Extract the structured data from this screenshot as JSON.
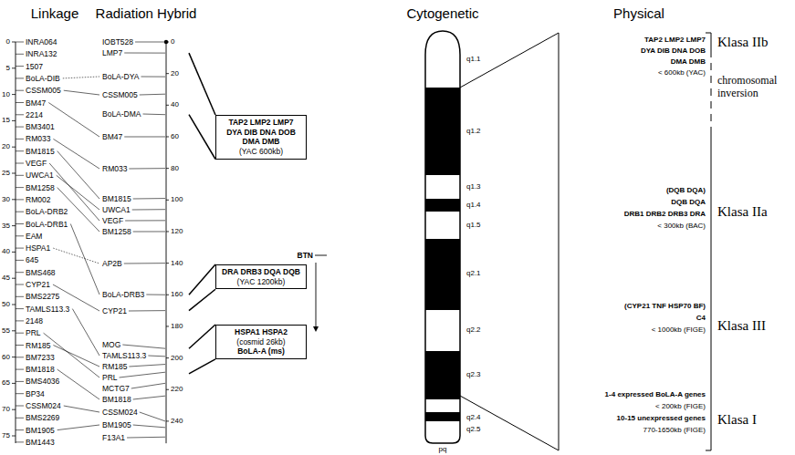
{
  "diagram": {
    "nodes": [
      {
        "text": [
          "TAP2 LMP2 LMP7",
          "DYA DIB DNA DOB",
          "DMA DMB",
          "(YAC 600kb)"
        ]
      },
      {
        "text": [
          "DRA DRB3 DQA DQB",
          "(YAC 1200kb)"
        ]
      },
      {
        "text": [
          "HSPA1 HSPA2",
          "(cosmid 26kb)",
          "BoLA-A (ms)"
        ]
      }
    ],
    "labels": [
      "Linkage",
      "Radiation Hybrid",
      "Cytogenetic",
      "Physical",
      "0",
      "5",
      "10",
      "15",
      "20",
      "25",
      "30",
      "35",
      "40",
      "45",
      "50",
      "55",
      "60",
      "65",
      "70",
      "75",
      "INRA064",
      "INRA132",
      "1507",
      "BoLA-DIB",
      "CSSM005",
      "BM47",
      "2214",
      "BM3401",
      "RM033",
      "BM1815",
      "VEGF",
      "UWCA1",
      "BM1258",
      "RM002",
      "BoLA-DRB2",
      "BoLA-DRB1",
      "EAM",
      "HSPA1",
      "645",
      "BMS468",
      "CYP21",
      "BMS2275",
      "TAMLS113.3",
      "2148",
      "PRL",
      "RM185",
      "BM7233",
      "BM1818",
      "BMS4036",
      "BP34",
      "CSSM024",
      "BMS2269",
      "BM1905",
      "BM1443",
      "0",
      "20",
      "40",
      "60",
      "80",
      "100",
      "120",
      "140",
      "160",
      "180",
      "200",
      "220",
      "240",
      "IOBT528",
      "LMP7",
      "BoLA-DYA",
      "CSSM005",
      "BoLA-DMA",
      "BM47",
      "RM033",
      "BM1815",
      "UWCA1",
      "VEGF",
      "BM1258",
      "AP2B",
      "BoLA-DRB3",
      "CYP21",
      "MOG",
      "TAMLS113.3",
      "RM185",
      "PRL",
      "MCTG7",
      "BM1818",
      "CSSM024",
      "BM1905",
      "F13A1",
      "BTN",
      "q1.1",
      "q1.2",
      "q1.3",
      "q1.4",
      "q1.5",
      "q2.1",
      "q2.2",
      "q2.3",
      "q2.4",
      "q2.5",
      "pq",
      "TAP2 LMP2 LMP7",
      "DYA DIB DNA DOB",
      "DMA DMB",
      "< 600kb (YAC)",
      "(DQB DQA)",
      "DQB DQA",
      "DRB1 DRB2 DRB3 DRA",
      "< 300kb (BAC)",
      "(CYP21 TNF HSP70 BF)",
      "C4",
      "< 1000kb (FIGE)",
      "1-4 expressed BoLA-A genes",
      "< 200kb (FIGE)",
      "10-15 unexpressed genes",
      "770-1650kb (FIGE)",
      "Klasa IIb",
      "chromosomal inversion",
      "Klasa IIa",
      "Klasa III",
      "Klasa I"
    ]
  }
}
